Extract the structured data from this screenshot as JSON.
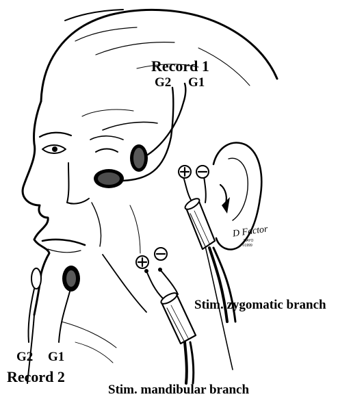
{
  "record1": {
    "title": "Record 1",
    "g2": "G2",
    "g1": "G1"
  },
  "record2": {
    "title": "Record 2",
    "g2": "G2",
    "g1": "G1"
  },
  "stim_zygomatic": {
    "label": "Stim. zygomatic branch",
    "plus": "+",
    "minus": "−"
  },
  "stim_mandibular": {
    "label": "Stim. mandibular branch",
    "plus": "+",
    "minus": "−"
  },
  "signature": {
    "name": "D Factor",
    "org": "MAYO",
    "year": "©1999"
  },
  "colors": {
    "ink": "#000000",
    "background": "#ffffff"
  }
}
